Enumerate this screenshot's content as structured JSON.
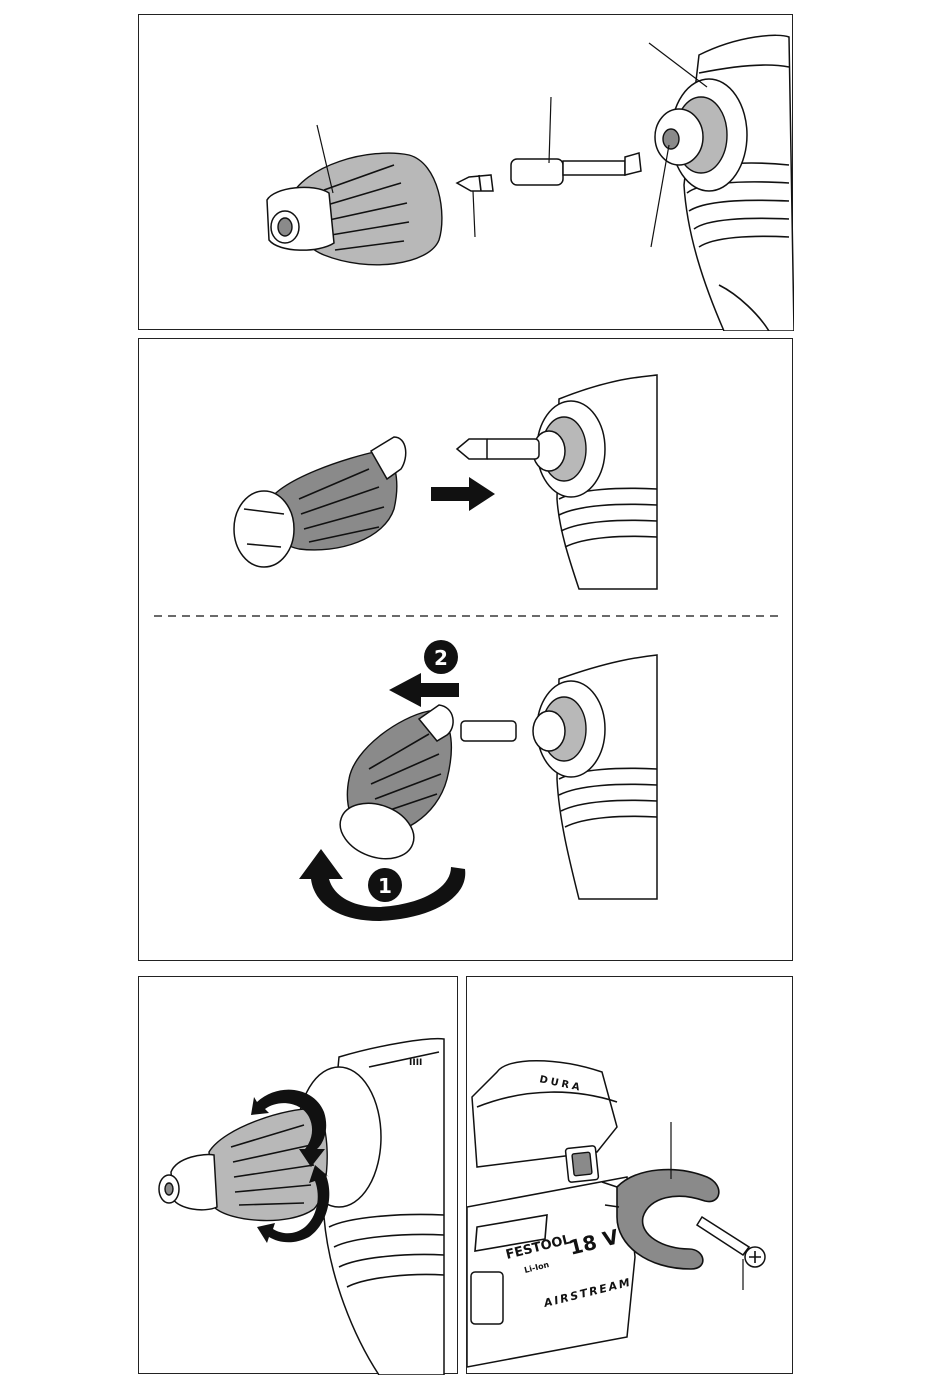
{
  "steps": {
    "step1": "1",
    "step2": "2"
  },
  "battery": {
    "brand": "FESTOOL",
    "brand_sub": "Li-Ion",
    "voltage": "18 V",
    "series": "AIRSTREAM",
    "housing_text": "DURA"
  }
}
